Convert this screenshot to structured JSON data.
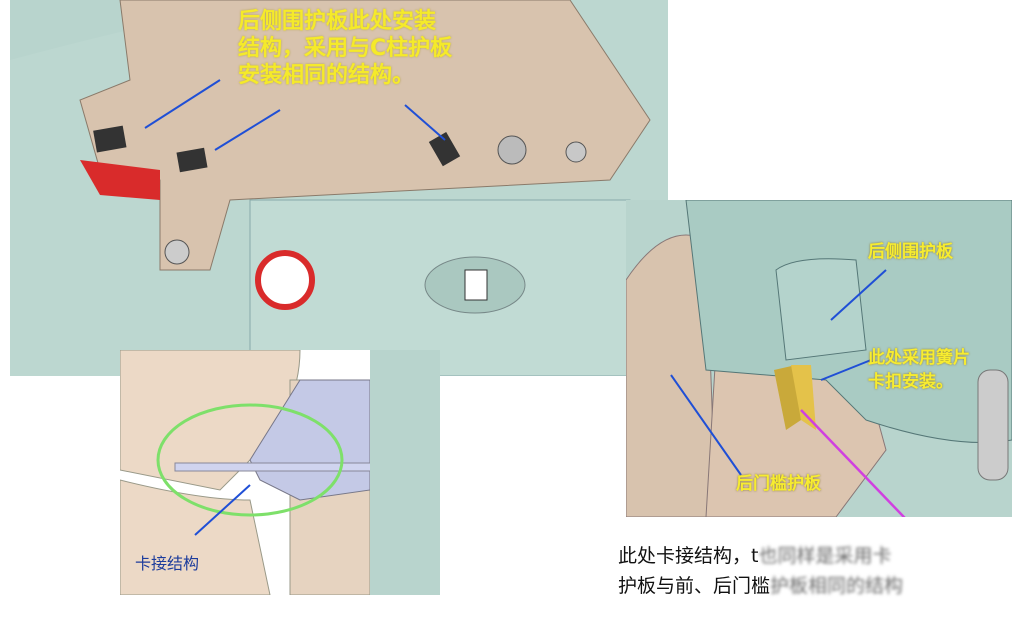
{
  "top_figure": {
    "callout": [
      "后侧围护板此处安装",
      "结构，采用与C柱护板",
      "安装相同的结构。"
    ]
  },
  "right_figure": {
    "label_panel": "后侧围护板",
    "label_clip": [
      "此处采用簧片",
      "卡扣安装。"
    ],
    "label_sill": "后门槛护板"
  },
  "inset_figure": {
    "label": "卡接结构"
  },
  "bottom_text": {
    "line1": "此处卡接结构，t",
    "line1_obscured": "也同样是采用卡",
    "line2": "护板与前、后门槛",
    "line2_obscured": "护板相同的结构"
  },
  "colors": {
    "callout_yellow": "#f5ea2a",
    "arrow_blue": "#1f4fd6",
    "arrow_magenta": "#d040e0",
    "panel_tan": "#d9c2ad",
    "body_teal": "#b8d4cd"
  }
}
